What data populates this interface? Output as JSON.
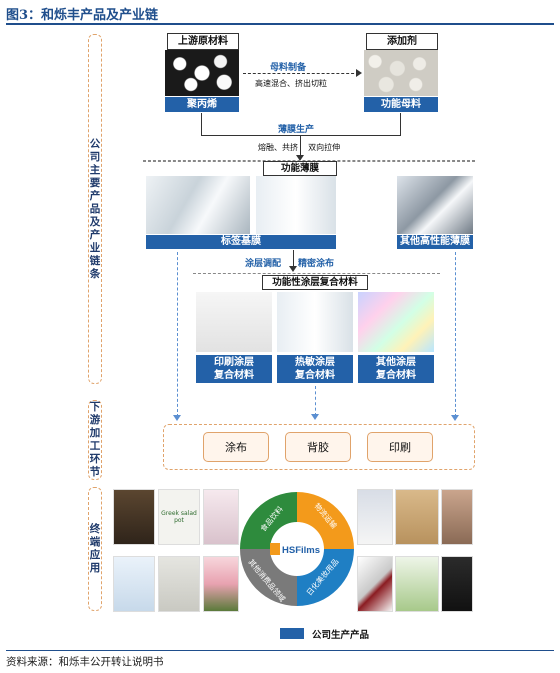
{
  "title": "图3：和烁丰产品及产业链",
  "sections": {
    "main": "公司主要产品及产业链条",
    "downstream": "下游加工环节",
    "terminal": "终端应用"
  },
  "raw": {
    "upstream_label": "上游原材料",
    "additive_label": "添加剂",
    "pp": "聚丙烯",
    "functional_mb": "功能母料",
    "mb_prep": "母料制备",
    "mb_process": "高速混合、挤出切粒",
    "film_prod": "薄膜生产",
    "film_process": "熔融、共挤    双向拉伸"
  },
  "films": {
    "header": "功能薄膜",
    "label_film": "标签基膜",
    "other_film": "其他高性能薄膜"
  },
  "coating": {
    "coat_adjust": "涂层调配",
    "precision_coat": "精密涂布",
    "header": "功能性涂层复合材料",
    "items": [
      {
        "line1": "印刷涂层",
        "line2": "复合材料"
      },
      {
        "line1": "热敏涂层",
        "line2": "复合材料"
      },
      {
        "line1": "其他涂层",
        "line2": "复合材料"
      }
    ]
  },
  "downstream": [
    "涂布",
    "背胶",
    "印刷"
  ],
  "terminal": {
    "ring": [
      "食品饮料",
      "物流运输",
      "日化美妆用品",
      "其他消费品领域"
    ],
    "logo": "HSFilms",
    "product_of_product": "Greek salad pot"
  },
  "legend": "公司生产产品",
  "source": "资料来源：和烁丰公开转让说明书",
  "colors": {
    "brand_blue": "#2361a8",
    "food": "#2e8b3d",
    "logistics": "#f39a1b",
    "daily": "#1f7fc4",
    "other": "#7a7a7a"
  }
}
